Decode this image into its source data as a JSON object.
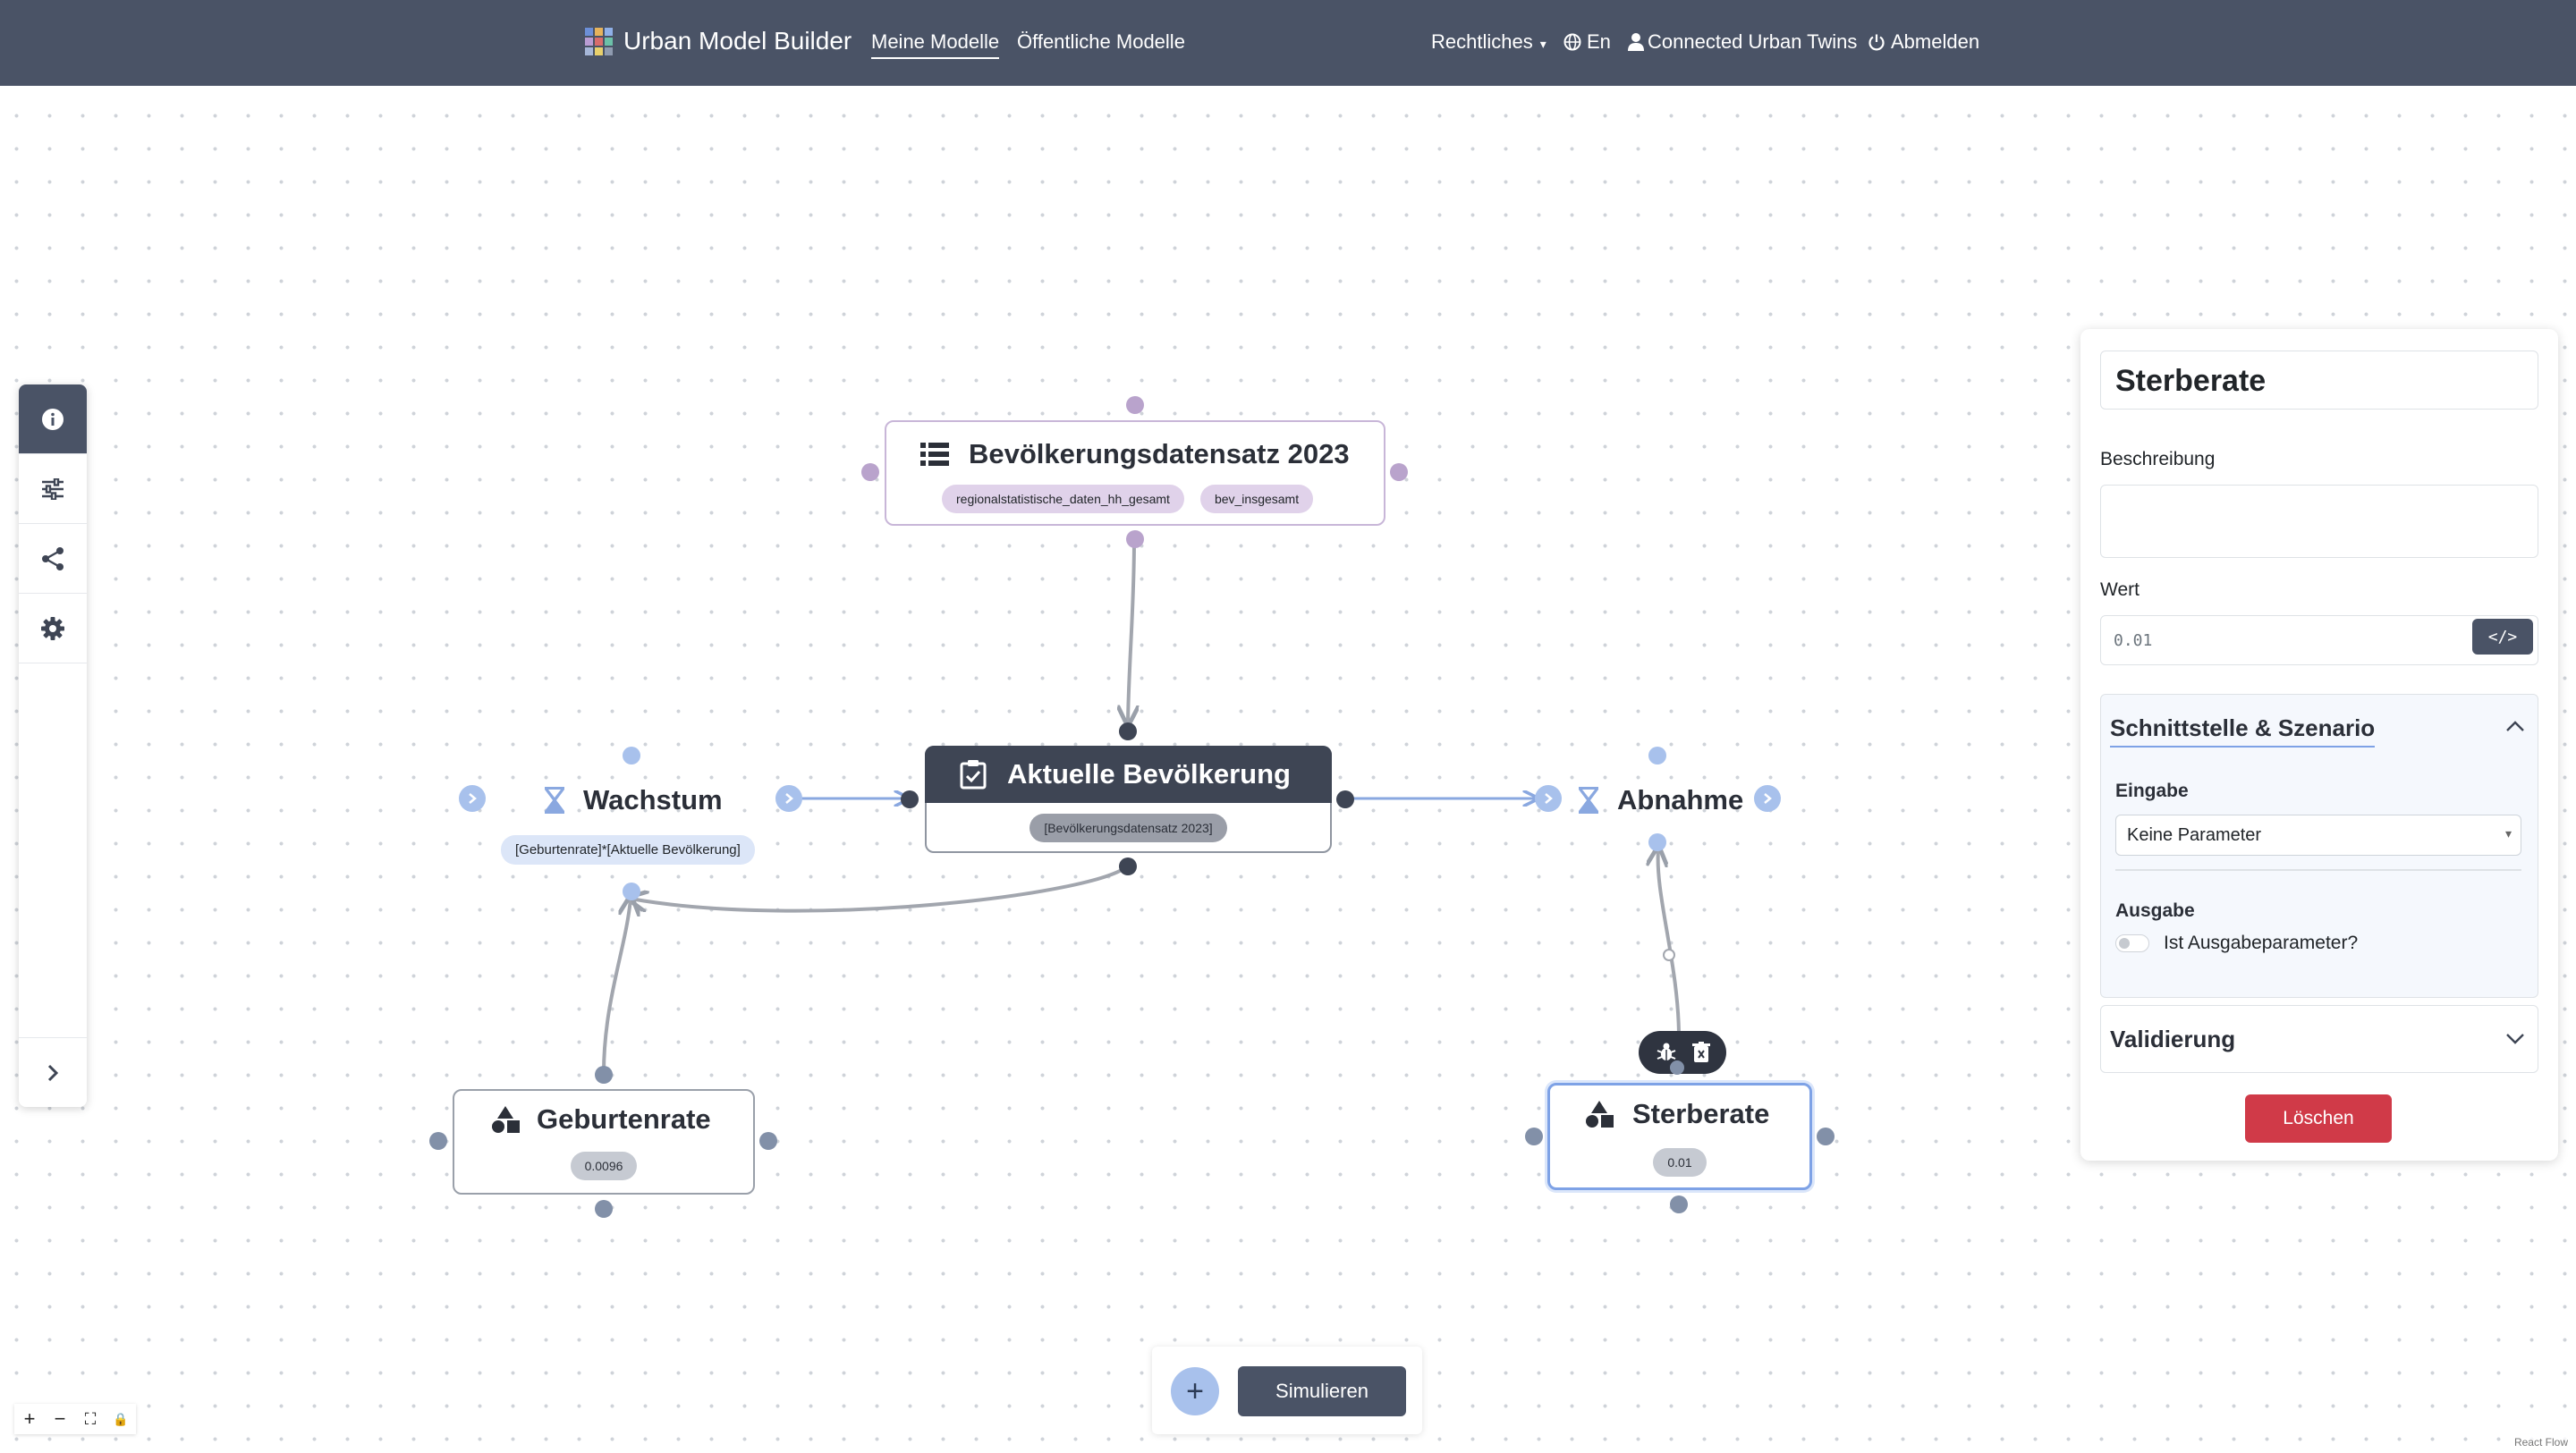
{
  "navbar": {
    "brand": "Urban Model Builder",
    "links": [
      "Meine Modelle",
      "Öffentliche Modelle"
    ],
    "legal": "Rechtliches",
    "language": "En",
    "user": "Connected Urban Twins",
    "logout": "Abmelden",
    "colors": {
      "bar": "#4a5366",
      "logo": [
        "#6c8fd8",
        "#e6b35c",
        "#8fb0e8",
        "#b99cd3",
        "#d86c6c",
        "#6cc0a8",
        "#a6b7d8",
        "#e8d06c",
        "#8f9bb0"
      ]
    }
  },
  "sidebar": {
    "icons": [
      "info-icon",
      "sliders-icon",
      "share-icon",
      "gear-icon"
    ],
    "expand_icon": "chevron-right-icon"
  },
  "nodes": {
    "dataset": {
      "title": "Bevölkerungsdatensatz 2023",
      "icon": "list-icon",
      "tags": [
        "regionalstatistische_daten_hh_gesamt",
        "bev_insgesamt"
      ]
    },
    "stock": {
      "title": "Aktuelle Bevölkerung",
      "icon": "clipboard-check-icon",
      "tag": "[Bevölkerungsdatensatz 2023]"
    },
    "inflow": {
      "title": "Wachstum",
      "icon": "hourglass-icon",
      "formula": "[Geburtenrate]*[Aktuelle Bevölkerung]"
    },
    "outflow": {
      "title": "Abnahme",
      "icon": "hourglass-icon"
    },
    "birth_rate": {
      "title": "Geburtenrate",
      "icon": "shapes-icon",
      "value": "0.0096"
    },
    "death_rate": {
      "title": "Sterberate",
      "icon": "shapes-icon",
      "value": "0.01"
    }
  },
  "panel": {
    "name": "Sterberate",
    "description_label": "Beschreibung",
    "description_value": "",
    "value_label": "Wert",
    "value_placeholder": "0.01",
    "code_icon": "</>",
    "interface_section": "Schnittstelle & Szenario",
    "input_label": "Eingabe",
    "input_selected": "Keine Parameter",
    "output_label": "Ausgabe",
    "output_toggle_label": "Ist Ausgabeparameter?",
    "validation_section": "Validierung",
    "delete_button": "Löschen",
    "colors": {
      "delete": "#d03a48",
      "accent": "#4a5366"
    }
  },
  "bottom": {
    "add": "+",
    "simulate": "Simulieren"
  },
  "flow_controls": [
    "+",
    "−",
    "⛶",
    "🔒"
  ],
  "attribution": "React Flow"
}
